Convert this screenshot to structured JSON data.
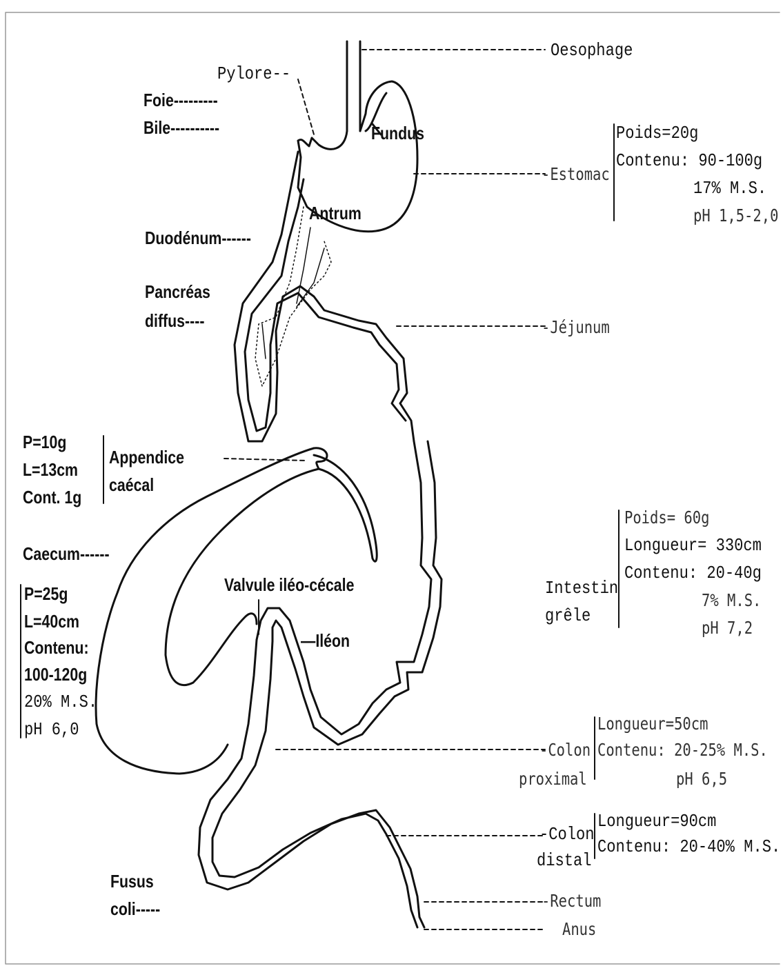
{
  "labels": {
    "oesophage": "Oesophage",
    "pylore": "Pylore--",
    "foie": "Foie---------",
    "bile": "Bile----------",
    "fundus": "Fundus",
    "estomac": "-Estomac",
    "antrum": "Antrum",
    "duodenum": "Duodénum------",
    "pancreas": "Pancréas",
    "diffus": "diffus----",
    "jejunum": "-Jéjunum",
    "appendice": "Appendice",
    "caecal": "caécal",
    "caecum": "Caecum------",
    "valvule": "Valvule iléo-cécale",
    "ileon": "—Iléon",
    "intestin": "Intestin",
    "grele": "grêle",
    "colon_proximal_1": "-Colon",
    "colon_proximal_2": "proximal",
    "colon_distal_1": "-Colon",
    "colon_distal_2": "distal",
    "fusus": "Fusus",
    "coli": "coli-----",
    "rectum": "-Rectum",
    "anus": "Anus"
  },
  "stomach_info": [
    "Poids=20g",
    "Contenu: 90-100g",
    "17% M.S.",
    "pH 1,5-2,0"
  ],
  "appendix_info": [
    "P=10g",
    "L=13cm",
    "Cont. 1g"
  ],
  "caecum_info": [
    "P=25g",
    "L=40cm",
    "Contenu:",
    "100-120g",
    "20% M.S.",
    "pH 6,0"
  ],
  "intestin_info": [
    "Poids= 60g",
    "Longueur= 330cm",
    "Contenu: 20-40g",
    "7% M.S.",
    "pH 7,2"
  ],
  "colon_proximal_info": [
    "Longueur=50cm",
    "Contenu: 20-25% M.S.",
    "pH 6,5"
  ],
  "colon_distal_info": [
    "Longueur=90cm",
    "Contenu: 20-40% M.S."
  ]
}
